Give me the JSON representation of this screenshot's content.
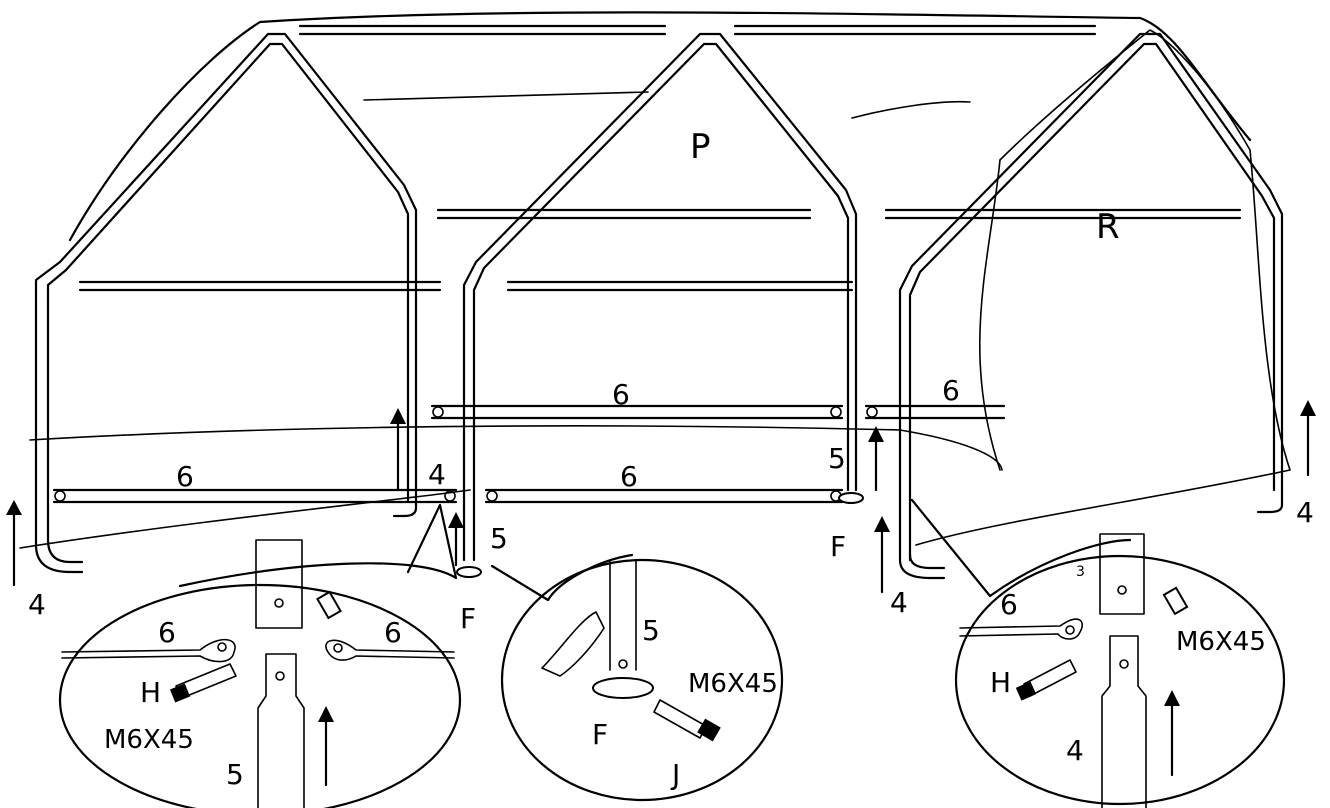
{
  "labels": {
    "roof_cover": "P",
    "side_cover": "R",
    "part_4": "4",
    "part_5": "5",
    "part_6": "6",
    "part_f": "F",
    "part_h": "H",
    "part_j": "J",
    "part_3": "3",
    "bolt_size": "M6X45"
  },
  "colors": {
    "line": "#000000",
    "background": "#ffffff"
  }
}
